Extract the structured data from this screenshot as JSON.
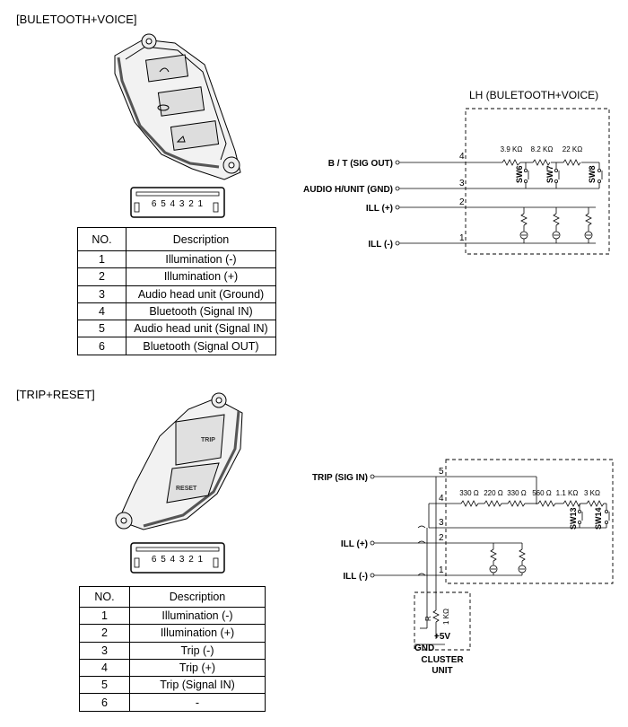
{
  "section1": {
    "title": "[BULETOOTH+VOICE]",
    "connector_pins": "6 5 4 3 2 1",
    "table": {
      "headers": [
        "NO.",
        "Description"
      ],
      "rows": [
        {
          "no": "1",
          "desc": "Illumination (-)"
        },
        {
          "no": "2",
          "desc": "Illumination (+)"
        },
        {
          "no": "3",
          "desc": "Audio head unit (Ground)"
        },
        {
          "no": "4",
          "desc": "Bluetooth (Signal IN)"
        },
        {
          "no": "5",
          "desc": "Audio head unit (Signal IN)"
        },
        {
          "no": "6",
          "desc": "Bluetooth (Signal OUT)"
        }
      ]
    },
    "circuit": {
      "box_title": "LH (BULETOOTH+VOICE)",
      "signals": [
        "B / T (SIG OUT)",
        "AUDIO H/UNIT (GND)",
        "ILL (+)",
        "ILL (-)"
      ],
      "pins": [
        "4",
        "3",
        "2",
        "1"
      ],
      "resistors": [
        "3.9 KΩ",
        "8.2 KΩ",
        "22 KΩ"
      ],
      "switches": [
        "SW6",
        "SW7",
        "SW8"
      ]
    }
  },
  "section2": {
    "title": "[TRIP+RESET]",
    "connector_pins": "6 5 4 3 2 1",
    "button_labels": [
      "TRIP",
      "RESET"
    ],
    "table": {
      "headers": [
        "NO.",
        "Description"
      ],
      "rows": [
        {
          "no": "1",
          "desc": "Illumination (-)"
        },
        {
          "no": "2",
          "desc": "Illumination (+)"
        },
        {
          "no": "3",
          "desc": "Trip (-)"
        },
        {
          "no": "4",
          "desc": "Trip (+)"
        },
        {
          "no": "5",
          "desc": "Trip (Signal IN)"
        },
        {
          "no": "6",
          "desc": "-"
        }
      ]
    },
    "circuit": {
      "signals": [
        "TRIP (SIG IN)",
        "ILL (+)",
        "ILL (-)"
      ],
      "pins": [
        "5",
        "4",
        "3",
        "2",
        "1"
      ],
      "resistors": [
        "330 Ω",
        "220 Ω",
        "330 Ω",
        "560 Ω",
        "1.1 KΩ",
        "3 KΩ"
      ],
      "switches": [
        "SW13",
        "SW14"
      ],
      "cluster": {
        "r_label": "R",
        "r_value": "1 KΩ",
        "supply": "+5V",
        "gnd": "GND",
        "name_line1": "CLUSTER",
        "name_line2": "UNIT"
      }
    }
  }
}
